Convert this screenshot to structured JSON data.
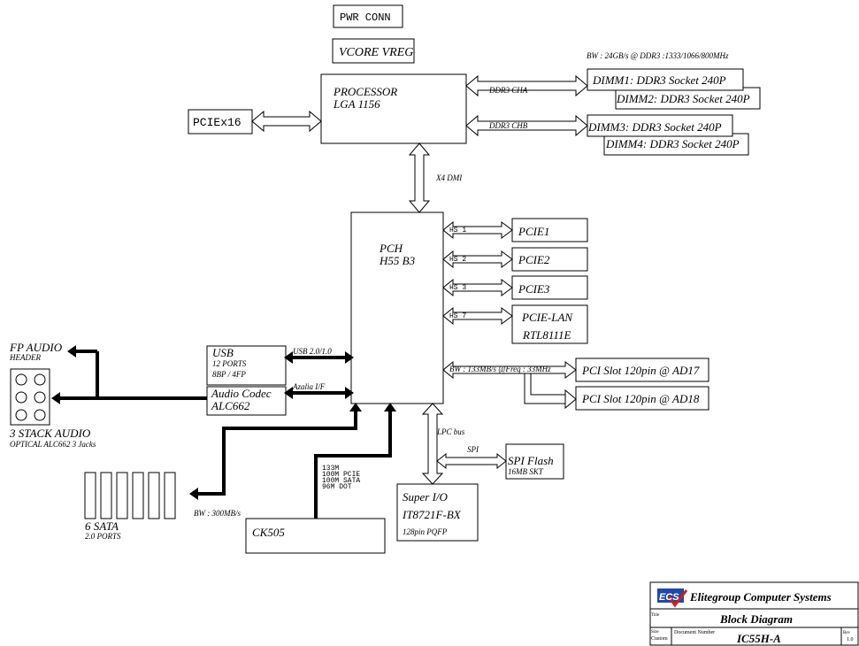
{
  "top": {
    "pwr_conn": "PWR CONN",
    "vcore_vreg": "VCORE VREG"
  },
  "processor": {
    "line1": "PROCESSOR",
    "line2": "LGA 1156"
  },
  "pciex16": "PCIEx16",
  "memory": {
    "bw": "BW : 24GB/s @ DDR3 :1333/1066/800MHz",
    "cha": "DDR3 CHA",
    "chb": "DDR3 CHB",
    "dimm1": "DIMM1: DDR3 Socket 240P",
    "dimm2": "DIMM2: DDR3 Socket 240P",
    "dimm3": "DIMM3: DDR3 Socket 240P",
    "dimm4": "DIMM4: DDR3 Socket 240P"
  },
  "dmi": "X4 DMI",
  "pch": {
    "line1": "PCH",
    "line2": "H55 B3"
  },
  "pcie": {
    "hs1": "HS 1",
    "hs2": "HS 2",
    "hs3": "HS 3",
    "hs7": "HS 7",
    "pcie1": "PCIE1",
    "pcie2": "PCIE2",
    "pcie3": "PCIE3",
    "lan1": "PCIE-LAN",
    "lan2": "RTL8111E"
  },
  "pci": {
    "bw": "BW : 133MB/s @Freq : 33MHz",
    "slot1": "PCI Slot 120pin @ AD17",
    "slot2": "PCI Slot 120pin @ AD18"
  },
  "usb": {
    "title": "USB",
    "ports": "12 PORTS",
    "layout": "8BP / 4FP",
    "link": "USB 2.0/1.0"
  },
  "audio": {
    "codec1": "Audio Codec",
    "codec2": "ALC662",
    "link": "Azalia I/F",
    "fp1": "FP AUDIO",
    "fp2": "HEADER",
    "stack1": "3 STACK AUDIO",
    "stack2": "OPTICAL ALC662 3 Jacks"
  },
  "sata": {
    "title": "6 SATA",
    "sub": "2.0 PORTS",
    "bw": "BW : 300MB/s"
  },
  "clock": {
    "name": "CK505",
    "f1": "133M",
    "f2": "100M PCIE",
    "f3": "100M SATA",
    "f4": "96M DOT"
  },
  "lpc": "LPC bus",
  "spi": {
    "link": "SPI",
    "title": "SPI Flash",
    "sub": "16MB SKT"
  },
  "superio": {
    "line1": "Super I/O",
    "line2": "IT8721F-BX",
    "line3": "128pin PQFP"
  },
  "titleblock": {
    "logo": "ECS",
    "company": "Elitegroup Computer Systems",
    "title_label": "Title",
    "title": "Block Diagram",
    "size_label": "Size",
    "size": "Custom",
    "doc_label": "Document Number",
    "doc": "IC55H-A",
    "rev_label": "Rev",
    "rev": "1.0"
  },
  "colors": {
    "logo_blue": "#1f4aa8",
    "logo_red": "#d0201e"
  }
}
